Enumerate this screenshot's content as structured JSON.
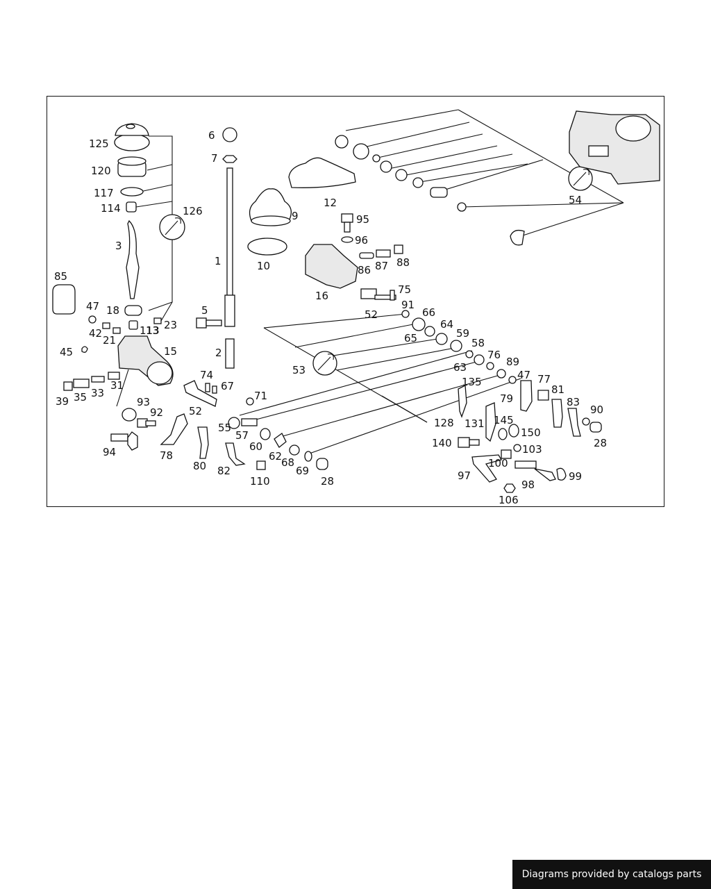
{
  "footer": {
    "credit": "Diagrams provided by catalogs parts"
  },
  "labels": {
    "l1": "1",
    "l2": "2",
    "l3": "3",
    "l5": "5",
    "l6": "6",
    "l7": "7",
    "l9": "9",
    "l10": "10",
    "l12": "12",
    "l13": "13",
    "l15": "15",
    "l16": "16",
    "l18": "18",
    "l21": "21",
    "l23": "23",
    "l28a": "28",
    "l28b": "28",
    "l31": "31",
    "l33": "33",
    "l35": "35",
    "l39": "39",
    "l42": "42",
    "l45": "45",
    "l47a": "47",
    "l47b": "47",
    "l52a": "52",
    "l52b": "52",
    "l53": "53",
    "l54": "54",
    "l55": "55",
    "l57": "57",
    "l58": "58",
    "l59": "59",
    "l60": "60",
    "l62": "62",
    "l63": "63",
    "l64": "64",
    "l65": "65",
    "l66": "66",
    "l67": "67",
    "l68": "68",
    "l69": "69",
    "l71": "71",
    "l74": "74",
    "l75": "75",
    "l76": "76",
    "l77": "77",
    "l78": "78",
    "l79": "79",
    "l80": "80",
    "l81": "81",
    "l82": "82",
    "l83": "83",
    "l85": "85",
    "l86": "86",
    "l87": "87",
    "l88": "88",
    "l89": "89",
    "l90": "90",
    "l91": "91",
    "l92": "92",
    "l93": "93",
    "l94": "94",
    "l95": "95",
    "l96": "96",
    "l97": "97",
    "l98": "98",
    "l99": "99",
    "l100": "100",
    "l103": "103",
    "l106": "106",
    "l110": "110",
    "l113": "113",
    "l114": "114",
    "l117": "117",
    "l120": "120",
    "l125": "125",
    "l126": "126",
    "l128": "128",
    "l131": "131",
    "l135": "135",
    "l140": "140",
    "l145": "145",
    "l150": "150"
  }
}
